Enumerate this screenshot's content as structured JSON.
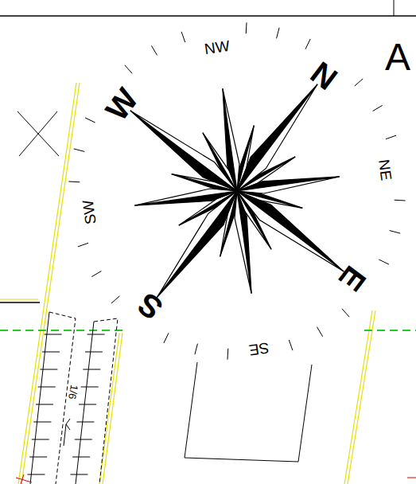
{
  "diagram": {
    "labels": [
      "NW",
      "N",
      "NE",
      "E",
      "SE",
      "S",
      "SW",
      "W",
      "A",
      "1/6"
    ]
  }
}
